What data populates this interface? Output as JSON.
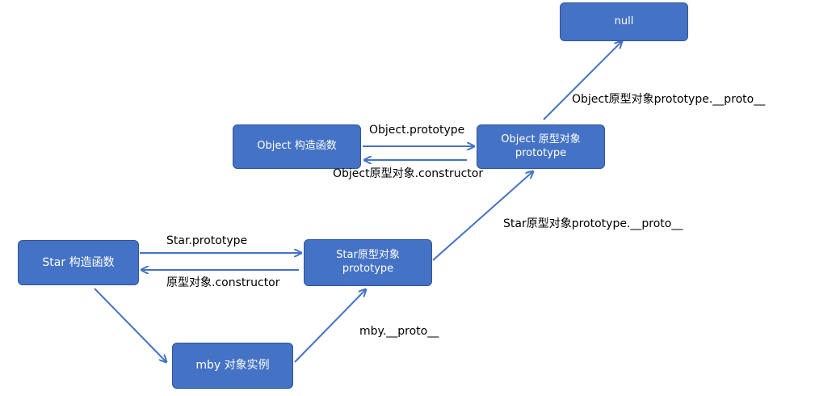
{
  "nodes": {
    "null_node": {
      "line1": "null"
    },
    "object_ctor": {
      "line1": "Object 构造函数"
    },
    "object_proto": {
      "line1": "Object 原型对象",
      "line2": "prototype"
    },
    "star_ctor": {
      "line1": "Star 构造函数"
    },
    "star_proto": {
      "line1": "Star原型对象",
      "line2": "prototype"
    },
    "mby_instance": {
      "line1": "mby 对象实例"
    }
  },
  "labels": {
    "object_prototype": "Object.prototype",
    "object_constructor": "Object原型对象.constructor",
    "object_proto_to_null": "Object原型对象prototype.__proto__",
    "star_proto_to_object": "Star原型对象prototype.__proto__",
    "star_prototype": "Star.prototype",
    "star_constructor": "原型对象.constructor",
    "mby_proto": "mby.__proto__"
  },
  "colors": {
    "box_fill": "#4472c4",
    "box_border": "#2f5597",
    "arrow": "#4472c4"
  }
}
